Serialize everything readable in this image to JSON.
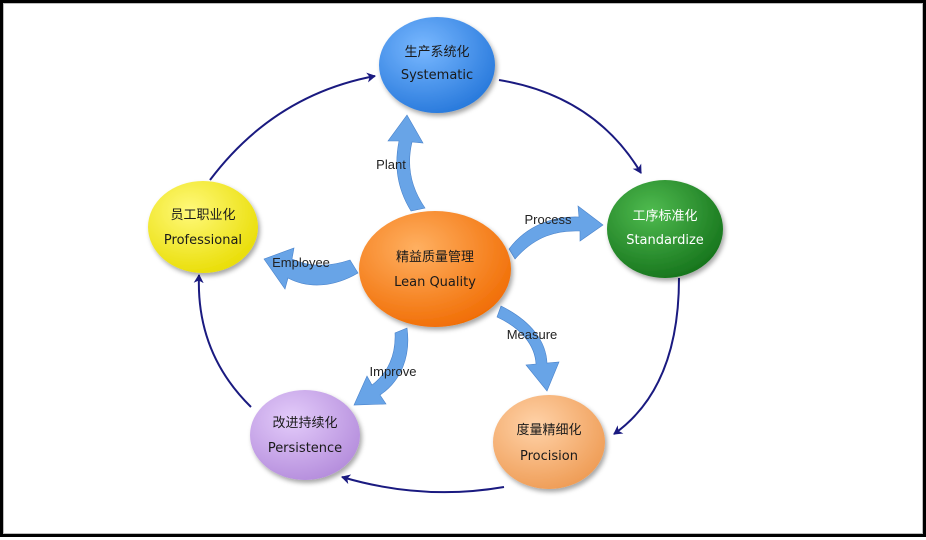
{
  "center": {
    "cn": "精益质量管理",
    "en": "Lean Quality",
    "color": "#FF7E0A"
  },
  "nodes": {
    "systematic": {
      "cn": "生产系统化",
      "en": "Systematic",
      "color": "#3A8CE8"
    },
    "standardize": {
      "cn": "工序标准化",
      "en": "Standardize",
      "color": "#1F8B26"
    },
    "procision": {
      "cn": "度量精细化",
      "en": "Procision",
      "color": "#F7AF70"
    },
    "persistence": {
      "cn": "改进持续化",
      "en": "Persistence",
      "color": "#C7A1E8"
    },
    "professional": {
      "cn": "员工职业化",
      "en": "Professional",
      "color": "#F4EC0A"
    }
  },
  "flows": {
    "plant": "Plant",
    "process": "Process",
    "measure": "Measure",
    "improve": "Improve",
    "employee": "Employee"
  },
  "colors": {
    "cycle_arrow": "#1A1A80",
    "flow_arrow": "#4F93E0",
    "frame": "#000000"
  }
}
